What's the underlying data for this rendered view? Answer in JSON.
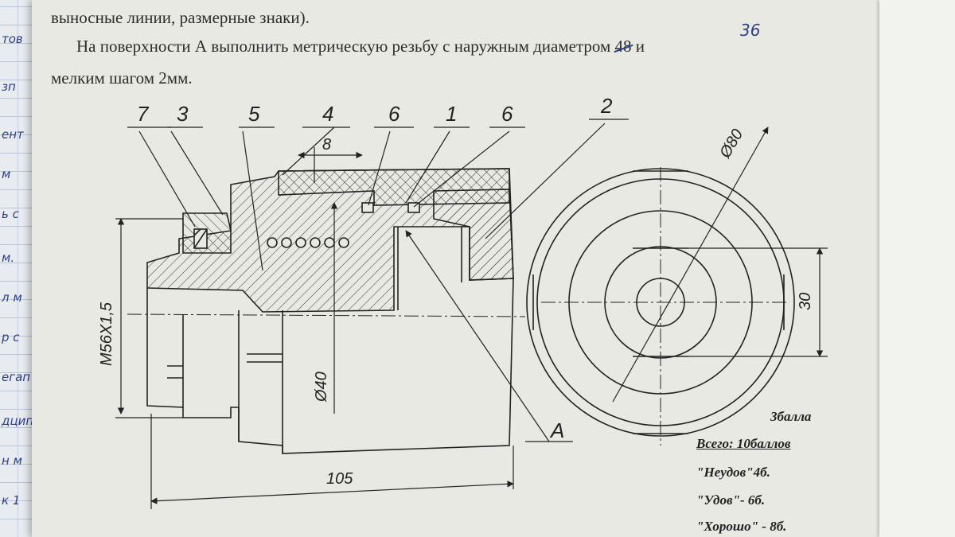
{
  "text": {
    "line1": "выносные линии, размерные знаки).",
    "line2_prefix": "На поверхности А выполнить метрическую резьбу с наружным диаметром",
    "line2_struck": "48",
    "line2_suffix": " и",
    "correction": "36",
    "line3": "мелким шагом 2мм."
  },
  "labels": {
    "part7": "7",
    "part3": "3",
    "part5": "5",
    "part4": "4",
    "part6a": "6",
    "part1": "1",
    "part6b": "6",
    "part2": "2",
    "dim8": "8",
    "dim80": "Ø80",
    "dim30": "30",
    "dimM": "M56X1,5",
    "dim40": "Ø40",
    "dim105": "105",
    "surfA": "A"
  },
  "grading": {
    "points": "3балла",
    "total": "Всего: 10баллов",
    "neudov": "\"Неудов\"4б.",
    "udov": "\"Удов\"- 6б.",
    "horosho": "\"Хорошо\" - 8б."
  },
  "handwriting": [
    "тов",
    "зп",
    "ент",
    "м",
    "ь с",
    "м.",
    "л м",
    "р с",
    "егап",
    "дцип",
    "н м",
    "к 1"
  ],
  "colors": {
    "paper": "#e9e9e4",
    "ink": "#222222",
    "pen": "#2b3f8a"
  }
}
